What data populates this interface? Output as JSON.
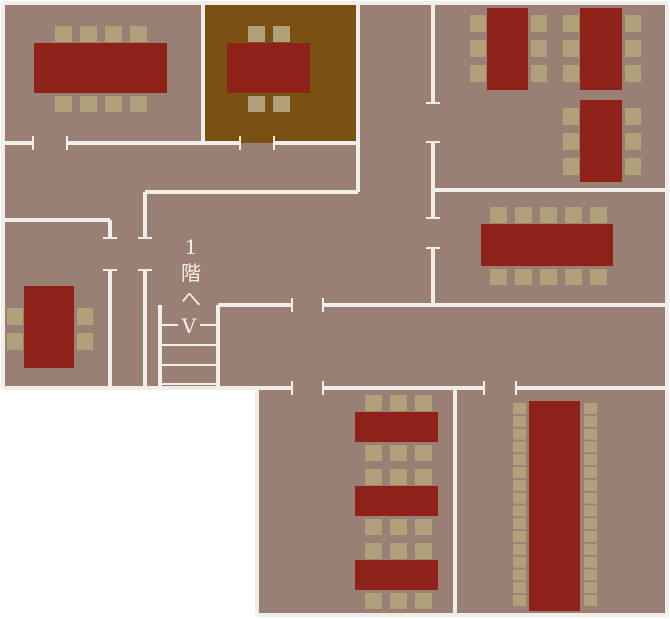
{
  "stairs": {
    "label_floor": "1",
    "label_kanji": "階",
    "label_to": "へ",
    "arrow": "V"
  },
  "colors": {
    "floor": "#9a7f74",
    "highlight_room": "#7a4f12",
    "wall": "#f1eee9",
    "table": "#8f2218",
    "chair": "#b1a17b"
  }
}
